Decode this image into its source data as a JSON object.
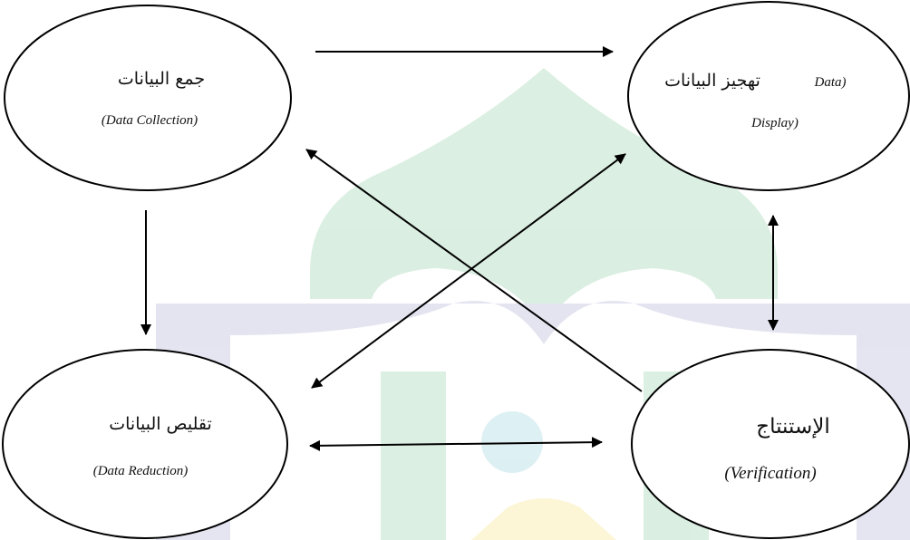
{
  "watermark": {
    "green": "#1f9b4a",
    "blue": "#5a5fa8",
    "yellow": "#f0c808",
    "teal": "#2e9fb3"
  },
  "nodes": {
    "collection": {
      "arabic": "جمع البيانات",
      "english": "(Data Collection)"
    },
    "display": {
      "arabic_prefix": "Data)",
      "arabic": "تهجيز البيانات",
      "english": "Display)"
    },
    "reduction": {
      "arabic": "تقليص البيانات",
      "english": "(Data Reduction)"
    },
    "verification": {
      "arabic": "الإستنتاج",
      "english": "(Verification)"
    }
  },
  "edges": [
    {
      "from": "collection",
      "to": "display",
      "direction": "forward"
    },
    {
      "from": "collection",
      "to": "reduction",
      "direction": "forward"
    },
    {
      "from": "verification",
      "to": "collection",
      "direction": "forward"
    },
    {
      "from": "reduction",
      "to": "display",
      "direction": "both"
    },
    {
      "from": "display",
      "to": "verification",
      "direction": "both"
    },
    {
      "from": "reduction",
      "to": "verification",
      "direction": "both"
    }
  ]
}
